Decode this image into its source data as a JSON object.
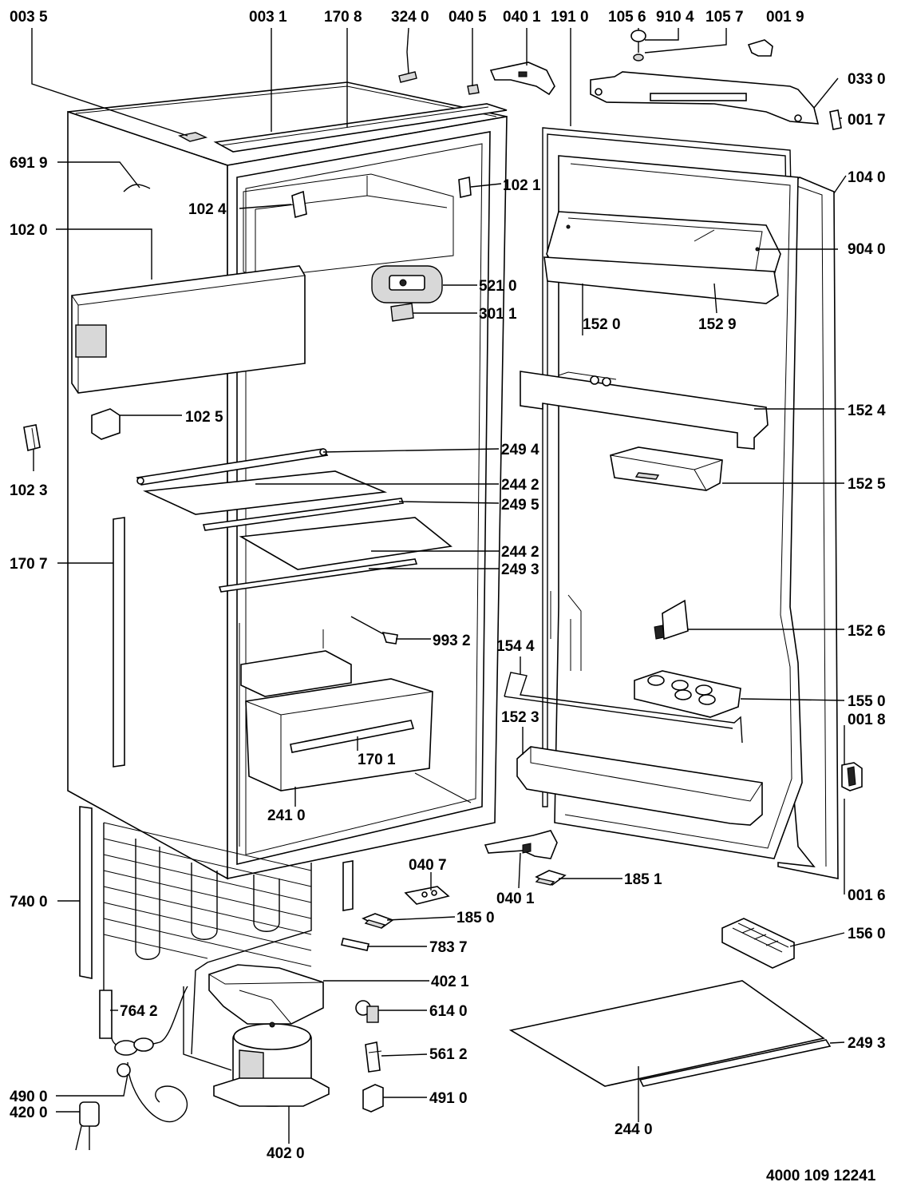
{
  "document_number": "4000 109 12241",
  "parts": {
    "p0035": "003 5",
    "p0031": "003 1",
    "p1708": "170 8",
    "p3240": "324 0",
    "p0405": "040 5",
    "p0401_top": "040 1",
    "p1910": "191 0",
    "p1056": "105 6",
    "p9104": "910 4",
    "p1057": "105 7",
    "p0019": "001 9",
    "p0330": "033 0",
    "p0017": "001 7",
    "p6919": "691 9",
    "p1021": "102 1",
    "p1024": "102 4",
    "p1040": "104 0",
    "p1020": "102 0",
    "p9040": "904 0",
    "p5210": "521 0",
    "p3011": "301 1",
    "p1520": "152 0",
    "p1529": "152 9",
    "p1025": "102 5",
    "p1524": "152 4",
    "p1023": "102 3",
    "p2494": "249 4",
    "p2442_a": "244 2",
    "p2495": "249 5",
    "p1525": "152 5",
    "p1707": "170 7",
    "p2442_b": "244 2",
    "p2493_a": "249 3",
    "p9932": "993 2",
    "p1544": "154 4",
    "p1526": "152 6",
    "p1550": "155 0",
    "p1523": "152 3",
    "p0018": "001 8",
    "p1701": "170 1",
    "p2410": "241 0",
    "p0407": "040 7",
    "p0401_bottom": "040 1",
    "p1851": "185 1",
    "p7400": "740 0",
    "p1850": "185 0",
    "p0016": "001 6",
    "p7837": "783 7",
    "p1560": "156 0",
    "p4021": "402 1",
    "p7642": "764 2",
    "p6140": "614 0",
    "p5612": "561 2",
    "p2493_b": "249 3",
    "p4900": "490 0",
    "p4910": "491 0",
    "p4200": "420 0",
    "p2440": "244 0",
    "p4020": "402 0"
  }
}
